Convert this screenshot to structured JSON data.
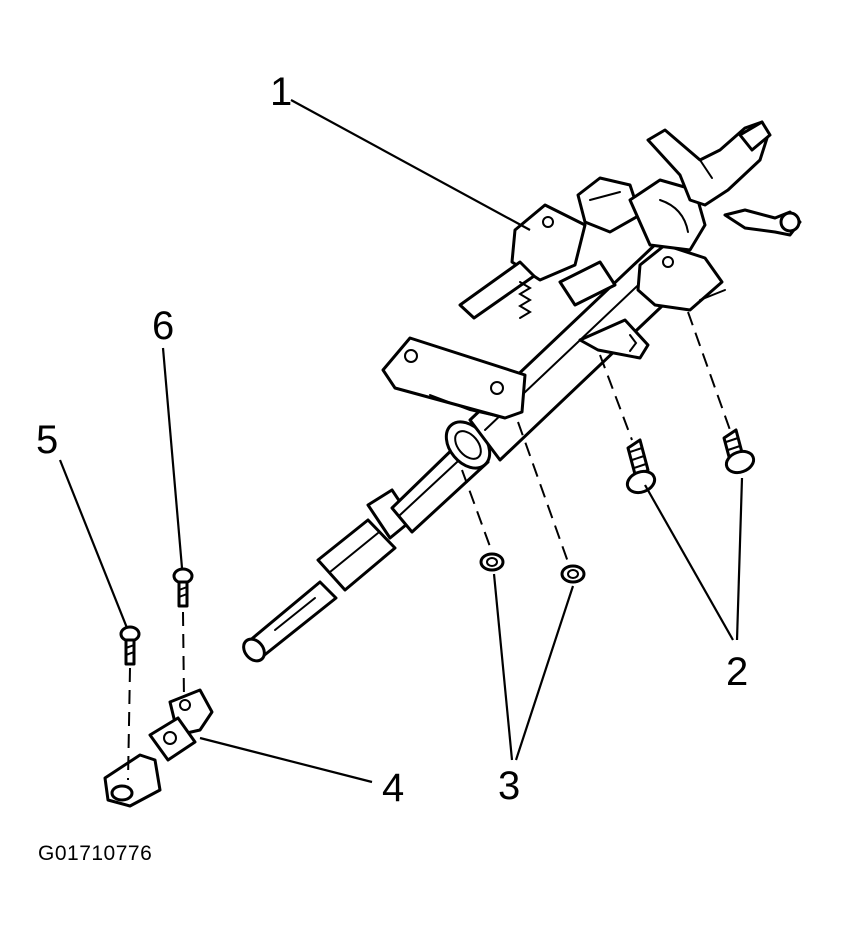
{
  "callouts": {
    "c1": "1",
    "c2": "2",
    "c3": "3",
    "c4": "4",
    "c5": "5",
    "c6": "6"
  },
  "figure_id": "G01710776"
}
